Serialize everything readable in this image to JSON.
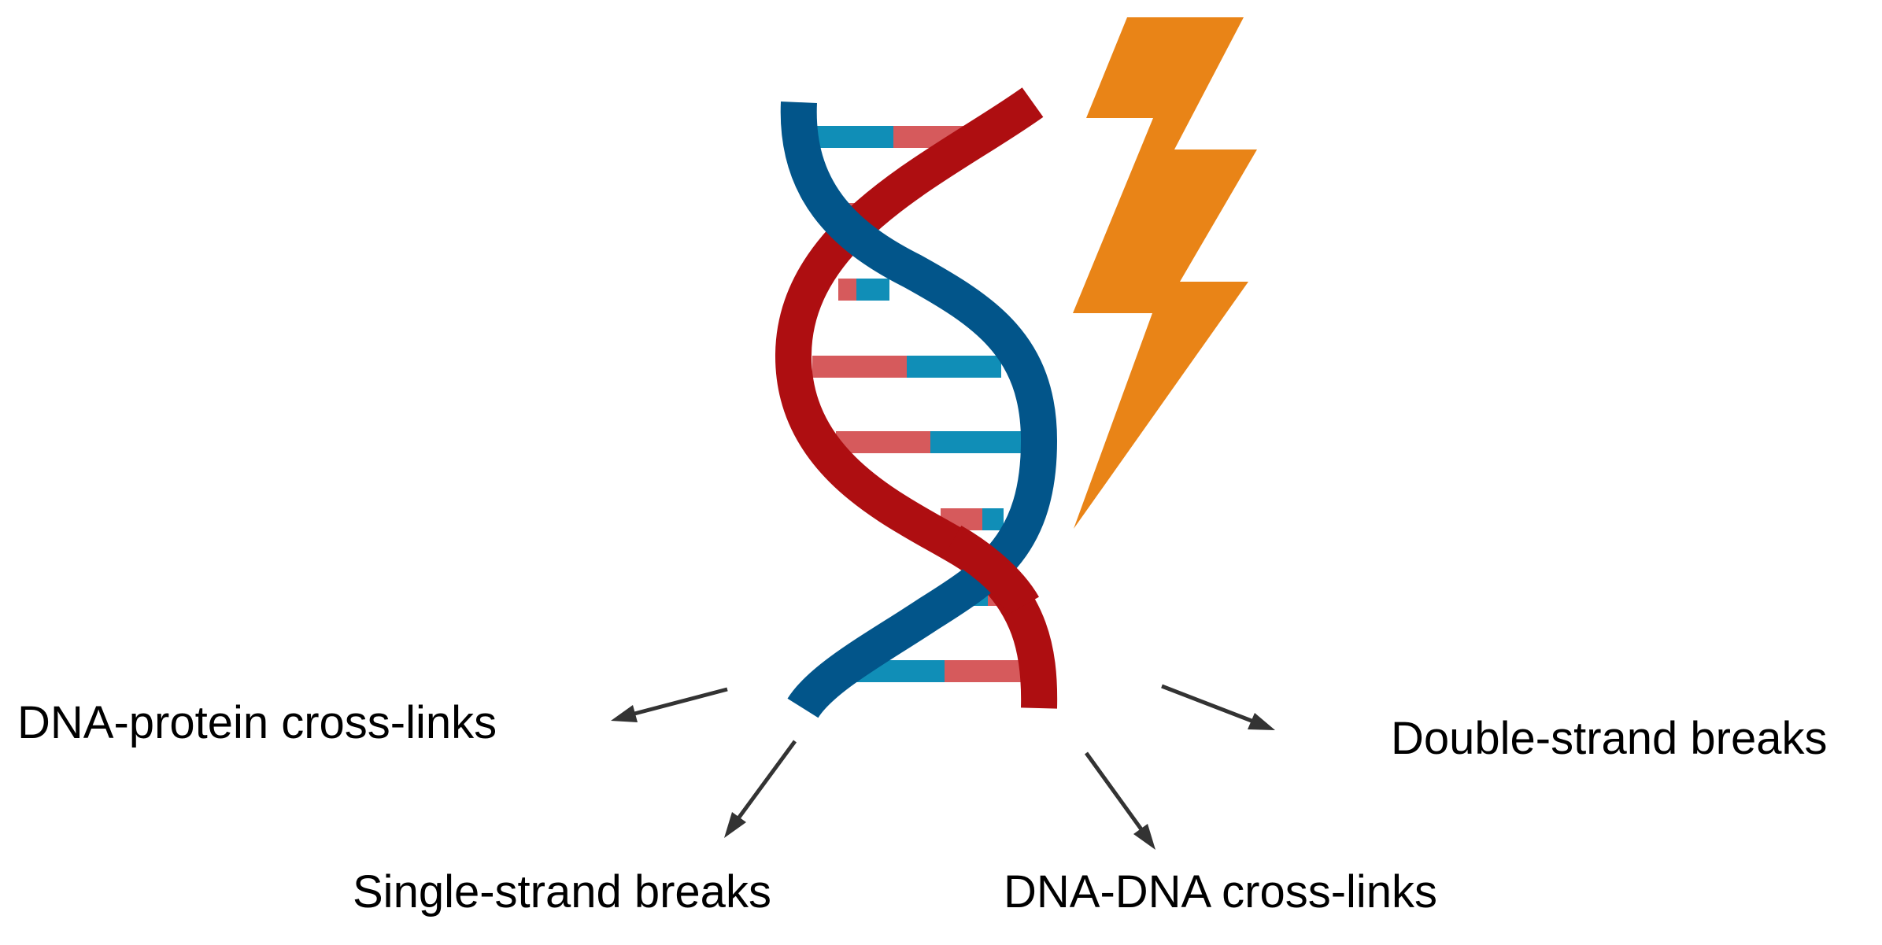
{
  "labels": {
    "dna_protein_crosslinks": "DNA-protein cross-links",
    "single_strand_breaks": "Single-strand breaks",
    "dna_dna_crosslinks": "DNA-DNA cross-links",
    "double_strand_breaks": "Double-strand breaks"
  },
  "colors": {
    "strand_blue": "#02558A",
    "strand_red": "#AE0E11",
    "base_pair_blue": "#108EB7",
    "base_pair_red": "#D65A5C",
    "lightning": "#E98417",
    "arrow": "#333333",
    "text": "#000000",
    "background": "#FFFFFF"
  },
  "icons": [
    "dna-double-helix-icon",
    "lightning-bolt-icon",
    "arrow-icon"
  ]
}
